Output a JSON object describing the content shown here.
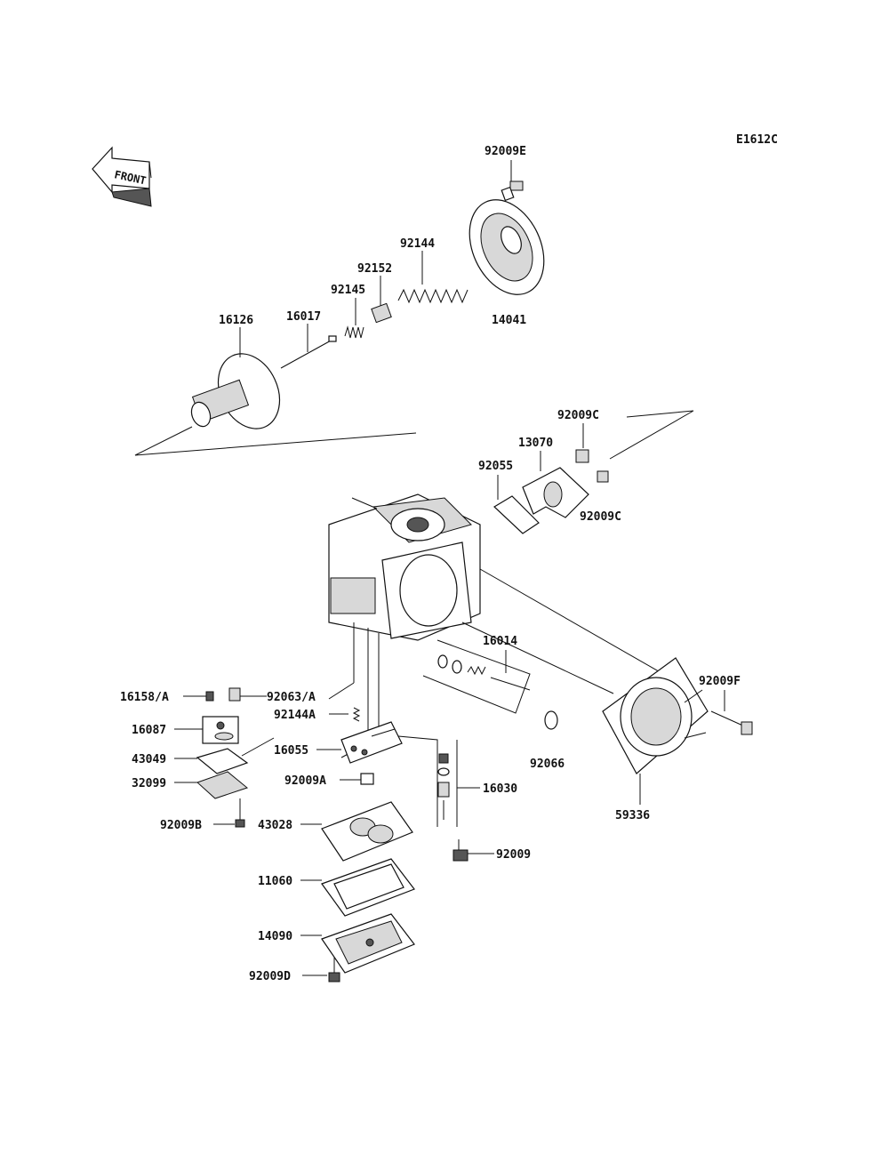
{
  "diagram_code": "E1612C",
  "front_label": "FRONT",
  "labels": {
    "p92009E": "92009E",
    "p92144": "92144",
    "p92152": "92152",
    "p92145": "92145",
    "p16017": "16017",
    "p16126": "16126",
    "p14041": "14041",
    "p92009C_top": "92009C",
    "p13070": "13070",
    "p92055": "92055",
    "p92009C_bot": "92009C",
    "p16014": "16014",
    "p92009F": "92009F",
    "p16158A": "16158/A",
    "p92063A": "92063/A",
    "p92144A": "92144A",
    "p16087": "16087",
    "p16055": "16055",
    "p43049": "43049",
    "p92009A": "92009A",
    "p32099": "32099",
    "p16030": "16030",
    "p92066": "92066",
    "p59336": "59336",
    "p92009B": "92009B",
    "p43028": "43028",
    "p92009": "92009",
    "p11060": "11060",
    "p14090": "14090",
    "p92009D": "92009D"
  }
}
